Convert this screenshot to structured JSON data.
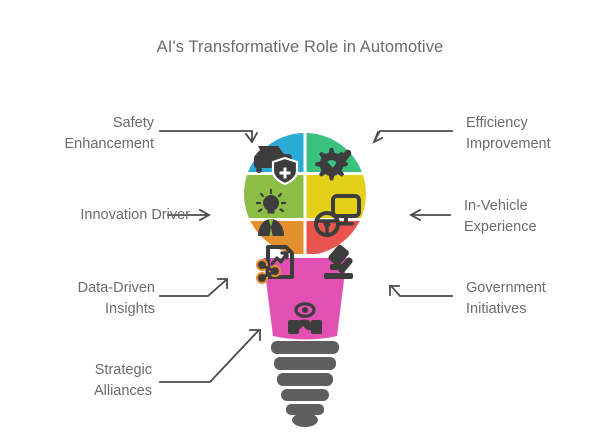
{
  "page": {
    "title": "AI's Transformative Role in Automotive",
    "background_color": "#ffffff",
    "text_color": "#6b6b6b"
  },
  "diagram": {
    "type": "lightbulb-segmented-infographic",
    "shape": "light-bulb",
    "segment_count": 7,
    "base_color": "#5e5e5e",
    "arrow_color": "#4a4a4a",
    "segments": [
      {
        "id": "safety",
        "label": "Safety\nEnhancement",
        "label_side": "left",
        "color": "#29abd6",
        "icon": "car-shield-plus-icon",
        "position": "top-left"
      },
      {
        "id": "efficiency",
        "label": "Efficiency\nImprovement",
        "label_side": "right",
        "color": "#3ac17e",
        "icon": "gear-check-icon",
        "position": "top-right"
      },
      {
        "id": "innovation",
        "label": "Innovation Driver",
        "label_side": "left",
        "color": "#8cbd45",
        "icon": "person-lightbulb-idea-icon",
        "position": "middle-left"
      },
      {
        "id": "in-vehicle",
        "label": "In-Vehicle\nExperience",
        "label_side": "right",
        "color": "#e4d019",
        "icon": "steering-wheel-screen-icon",
        "position": "middle-right"
      },
      {
        "id": "data-driven",
        "label": "Data-Driven\nInsights",
        "label_side": "left",
        "color": "#e4902f",
        "icon": "document-share-chart-icon",
        "position": "bottom-left"
      },
      {
        "id": "government",
        "label": "Government\nInitiatives",
        "label_side": "right",
        "color": "#e9544f",
        "icon": "gavel-icon",
        "position": "bottom-right"
      },
      {
        "id": "strategic",
        "label": "Strategic\nAlliances",
        "label_side": "left",
        "color": "#e250b4",
        "icon": "handshake-eye-icon",
        "position": "neck"
      }
    ]
  }
}
